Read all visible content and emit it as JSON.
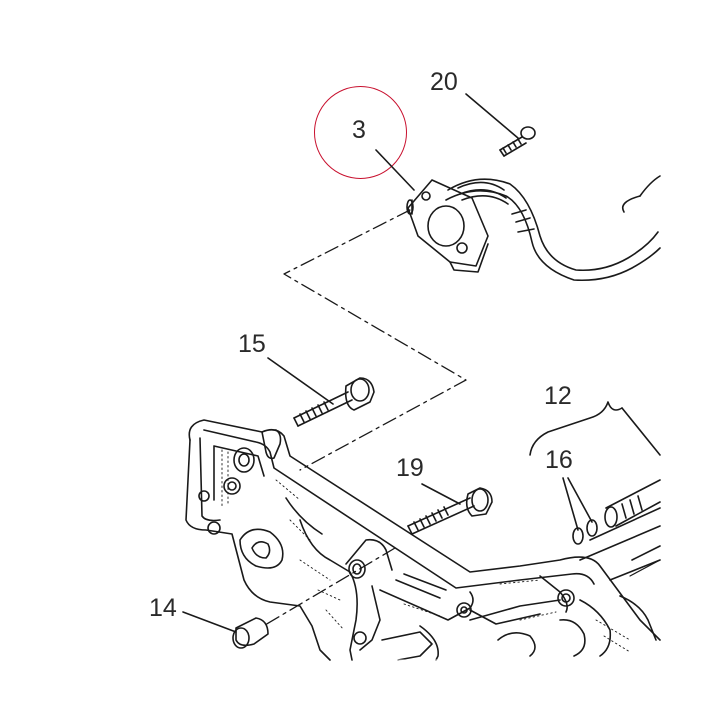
{
  "diagram": {
    "highlight_color": "#c8102e",
    "line_color": "#1a1a1a",
    "highlighted_part": "3",
    "callouts": {
      "part_20": "20",
      "part_3": "3",
      "part_15": "15",
      "part_12": "12",
      "part_16": "16",
      "part_19": "19",
      "part_14": "14"
    }
  }
}
